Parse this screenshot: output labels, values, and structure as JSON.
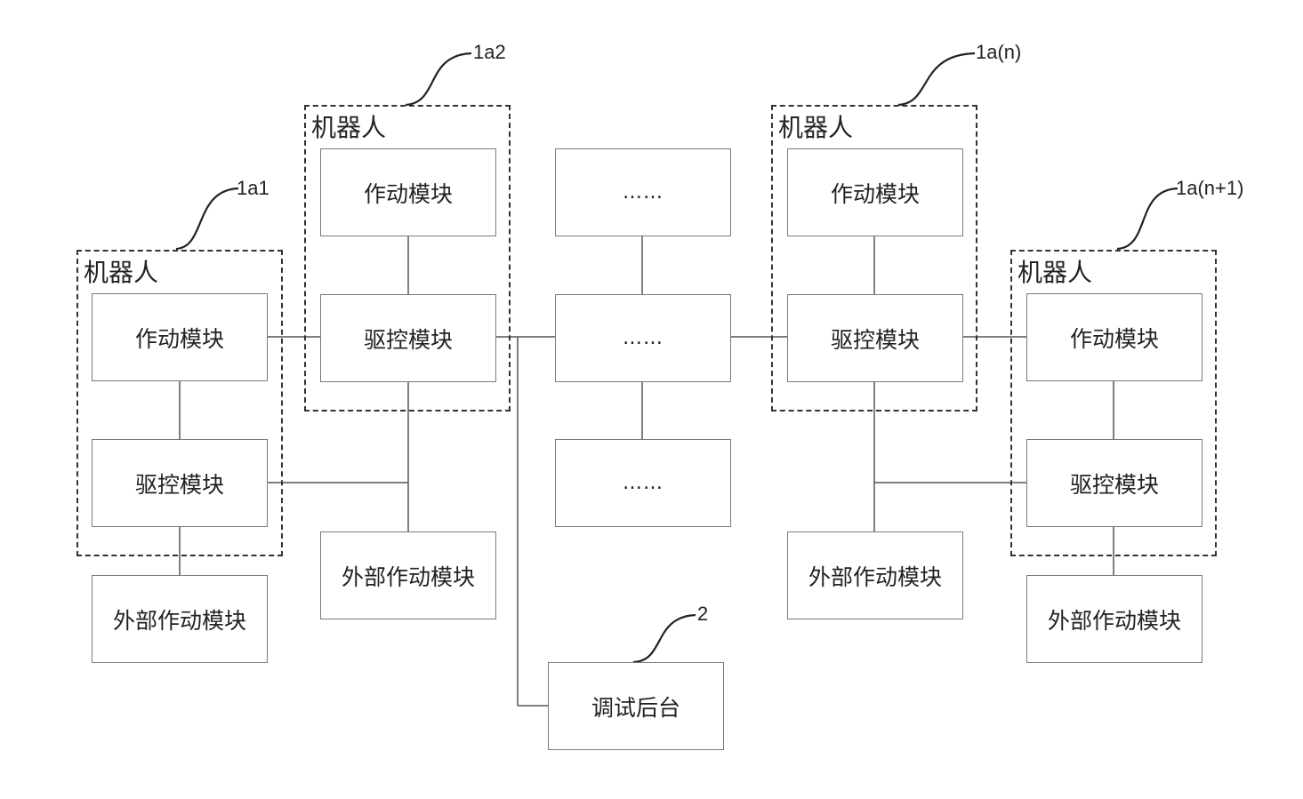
{
  "robots": [
    {
      "id": "1a1",
      "title": "机器人",
      "ref": "1a1",
      "actuation": "作动模块",
      "drive": "驱控模块",
      "external": "外部作动模块"
    },
    {
      "id": "1a2",
      "title": "机器人",
      "ref": "1a2",
      "actuation": "作动模块",
      "drive": "驱控模块",
      "external": "外部作动模块"
    },
    {
      "id": "1an",
      "title": "机器人",
      "ref": "1a(n)",
      "actuation": "作动模块",
      "drive": "驱控模块",
      "external": "外部作动模块"
    },
    {
      "id": "1an1",
      "title": "机器人",
      "ref": "1a(n+1)",
      "actuation": "作动模块",
      "drive": "驱控模块",
      "external": "外部作动模块"
    }
  ],
  "ellipsis": [
    "……",
    "……",
    "……"
  ],
  "debug": {
    "label": "调试后台",
    "ref": "2"
  }
}
